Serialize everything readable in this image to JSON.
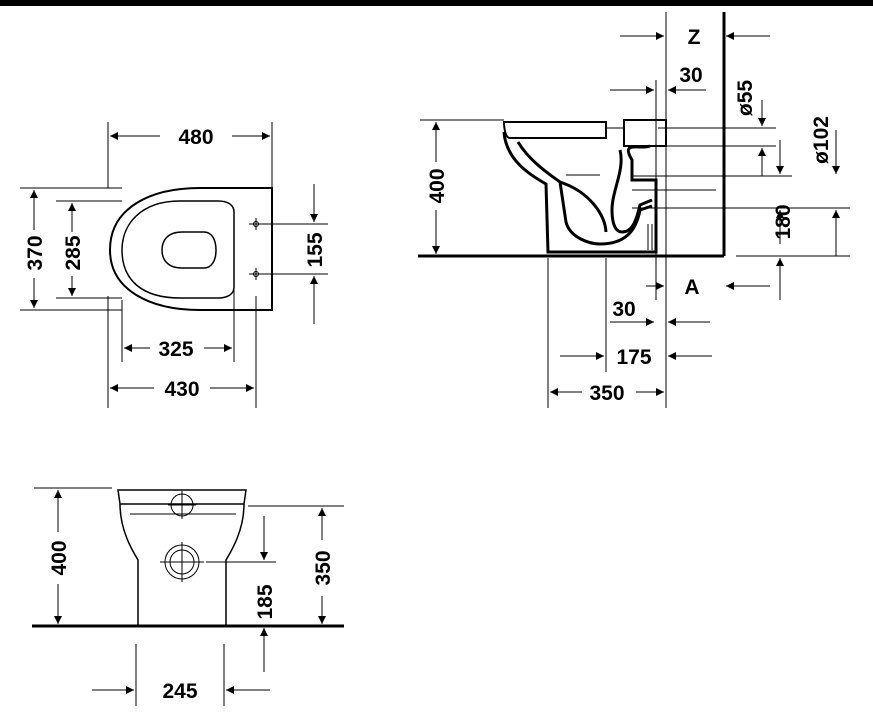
{
  "colors": {
    "ink": "#000000",
    "paper": "#ffffff"
  },
  "top_view": {
    "dim_width_outer": "480",
    "dim_depth_total": "370",
    "dim_depth_inner": "285",
    "dim_fixing_spacing": "155",
    "dim_width_inner": "325",
    "dim_width_rim": "430"
  },
  "side_view": {
    "dim_height": "400",
    "label_z": "Z",
    "dim_wall_gap": "30",
    "dim_inlet_dia": "ø55",
    "dim_outlet_dia": "ø102",
    "dim_outlet_height": "180",
    "label_a": "A",
    "dim_a_30": "30",
    "dim_a_175": "175",
    "dim_base_depth": "350"
  },
  "front_view": {
    "dim_height": "400",
    "dim_outlet_center": "185",
    "dim_rim_height": "350",
    "dim_base_width": "245"
  }
}
